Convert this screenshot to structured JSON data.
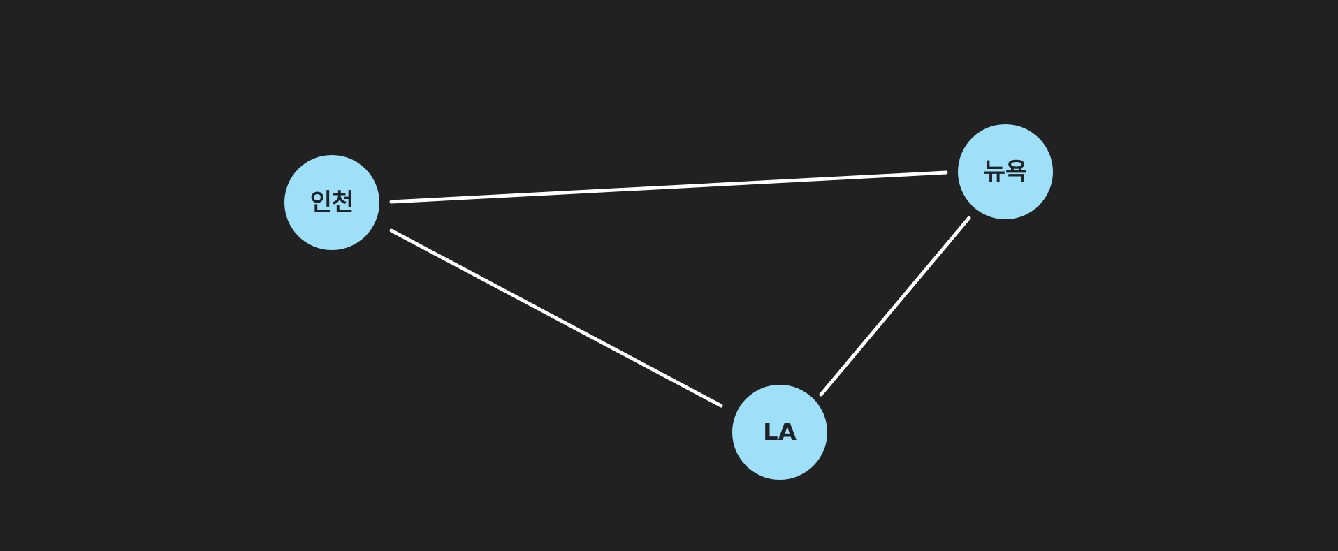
{
  "diagram": {
    "background_color": "#212121",
    "node_color": "#9edff9",
    "edge_color": "#ffffff",
    "label_color": "#1f2328",
    "nodes": [
      {
        "id": "incheon",
        "label": "인천"
      },
      {
        "id": "newyork",
        "label": "뉴욕"
      },
      {
        "id": "la",
        "label": "LA"
      }
    ],
    "edges": [
      {
        "from": "incheon",
        "to": "newyork"
      },
      {
        "from": "incheon",
        "to": "la"
      },
      {
        "from": "la",
        "to": "newyork"
      }
    ]
  }
}
